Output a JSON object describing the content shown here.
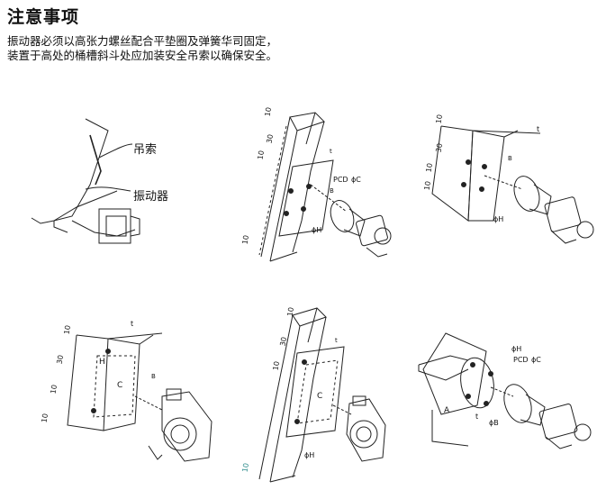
{
  "heading": "注意事项",
  "notes": [
    "振动器必须以高张力螺丝配合平垫圈及弹簧华司固定，",
    "装置于高处的桶槽斜斗处应加装安全吊索以确保安全。"
  ],
  "fig1": {
    "rope": "吊索",
    "vibrator": "振动器"
  },
  "fig2": {
    "d1": "10",
    "d2": "30",
    "d3": "10",
    "d4": "10",
    "pcd": "PCD",
    "phiC": "ϕC",
    "b": "B",
    "phiH": "ϕH",
    "t": "t"
  },
  "fig3": {
    "d1": "10",
    "d2": "30",
    "d3": "10",
    "d4": "10",
    "b": "B",
    "phiH": "ϕH",
    "t": "t"
  },
  "fig4": {
    "d1": "10",
    "d2": "30",
    "d3": "10",
    "d4": "10",
    "h": "H",
    "c": "C",
    "b": "B",
    "t": "t"
  },
  "fig5": {
    "d1": "10",
    "d2": "30",
    "d3": "10",
    "d4": "10",
    "c": "C",
    "phiH": "ϕH",
    "t": "t"
  },
  "fig6": {
    "phiH": "ϕH",
    "pcd": "PCD",
    "phiC": "ϕC",
    "a": "A",
    "t": "t",
    "phiB": "ϕB"
  }
}
